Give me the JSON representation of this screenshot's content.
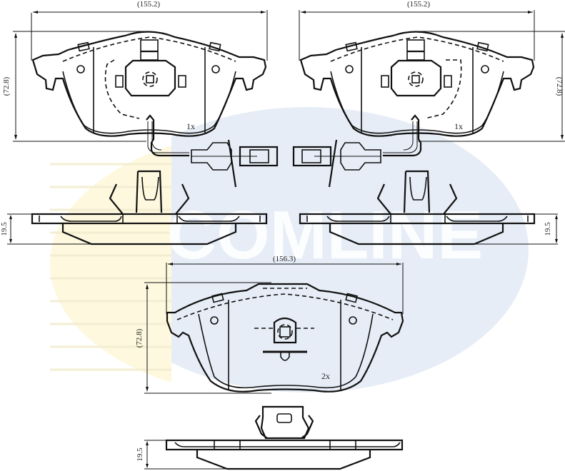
{
  "watermark": {
    "text": "COMLINE",
    "colors": {
      "yellow": "#fdf8de",
      "blue": "#e6edf6",
      "text": "#ffffff"
    }
  },
  "drawing": {
    "line_color": "#111111",
    "views": [
      {
        "id": "pad-top-left",
        "width_label": "(155.2)",
        "height_label": "(72.8)",
        "quantity": "1x",
        "thickness_label": "19.5",
        "has_wear_sensor": true
      },
      {
        "id": "pad-top-right",
        "width_label": "(155.2)",
        "height_label": "(72.8)",
        "quantity": "1x",
        "thickness_label": "19.5",
        "has_wear_sensor": true
      },
      {
        "id": "pad-bottom",
        "width_label": "(156.3)",
        "height_label": "(72.8)",
        "quantity": "2x",
        "thickness_label": "19.5",
        "has_wear_sensor": false
      }
    ]
  }
}
